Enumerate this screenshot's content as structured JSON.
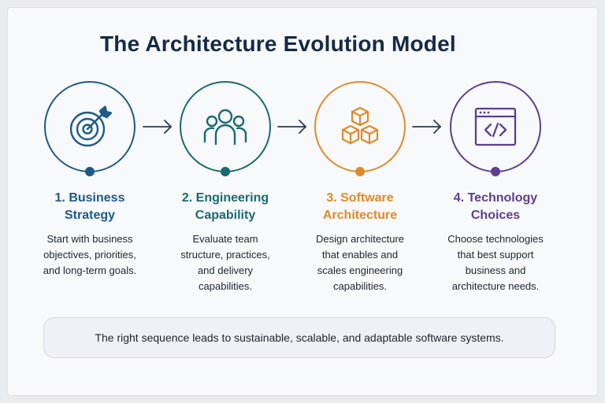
{
  "title": "The Architecture Evolution Model",
  "colors": {
    "title": "#152a45",
    "step1": "#1d5a86",
    "step2": "#1a6a70",
    "step3": "#e08a2a",
    "step4": "#5c3f8e",
    "arrow": "#2b3a4e"
  },
  "steps": [
    {
      "title_line1": "1. Business",
      "title_line2": "Strategy",
      "desc_lines": [
        "Start with business",
        "objectives, priorities,",
        "and long-term goals."
      ],
      "icon": "target-icon"
    },
    {
      "title_line1": "2. Engineering",
      "title_line2": "Capability",
      "desc_lines": [
        "Evaluate team",
        "structure, practices,",
        "and delivery",
        "capabilities."
      ],
      "icon": "team-icon"
    },
    {
      "title_line1": "3. Software",
      "title_line2": "Architecture",
      "desc_lines": [
        "Design architecture",
        "that enables and",
        "scales engineering",
        "capabilities."
      ],
      "icon": "cubes-icon"
    },
    {
      "title_line1": "4. Technology",
      "title_line2": "Choices",
      "desc_lines": [
        "Choose technologies",
        "that best support",
        "business and",
        "architecture needs."
      ],
      "icon": "code-window-icon"
    }
  ],
  "footer": {
    "text": "The right sequence leads to sustainable, scalable, and adaptable software systems."
  }
}
